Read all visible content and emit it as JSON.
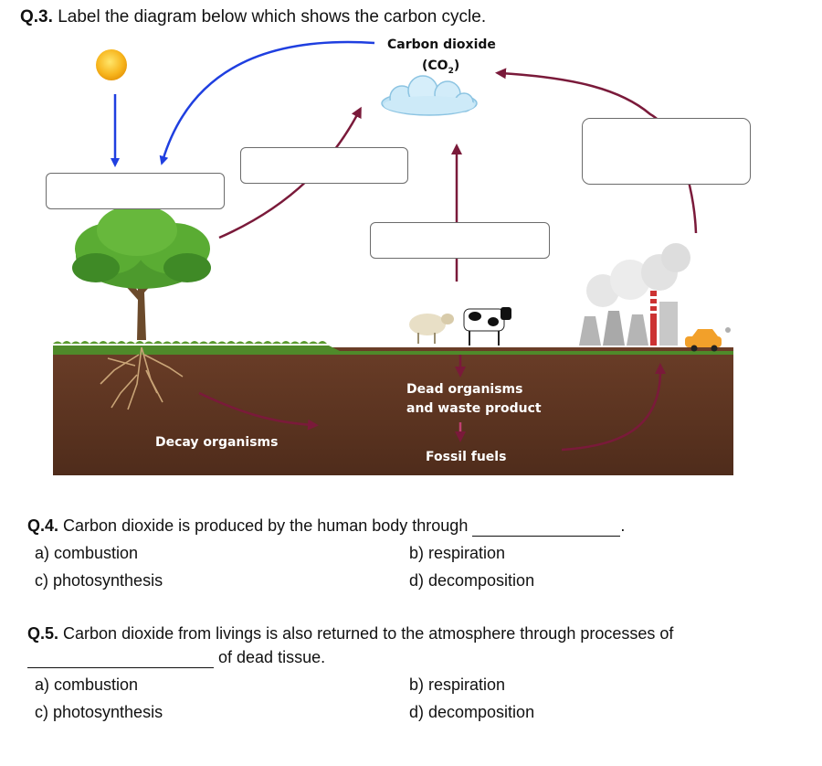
{
  "q3": {
    "number": "Q.3.",
    "text": "Label the diagram below which shows the carbon cycle."
  },
  "diagram": {
    "co2_label_line1": "Carbon dioxide",
    "co2_label_line2": "(CO",
    "co2_label_sub": "2",
    "co2_label_end": ")",
    "dead_organisms_line1": "Dead organisms",
    "dead_organisms_line2": "and waste product",
    "decay_organisms": "Decay organisms",
    "fossil_fuels": "Fossil fuels",
    "colors": {
      "blue_arrow": "#1f3fe0",
      "maroon_arrow": "#7a1a3a",
      "soil": "#5c3422",
      "grass": "#4f8a2a"
    }
  },
  "q4": {
    "number": "Q.4.",
    "text": "Carbon dioxide is produced by the human body through",
    "end": ".",
    "options": {
      "a": "a) combustion",
      "b": "b) respiration",
      "c": "c) photosynthesis",
      "d": "d) decomposition"
    }
  },
  "q5": {
    "number": "Q.5.",
    "text": "Carbon dioxide from livings is also returned to the atmosphere through processes of",
    "text2": "of dead tissue.",
    "options": {
      "a": "a) combustion",
      "b": "b) respiration",
      "c": "c) photosynthesis",
      "d": "d) decomposition"
    }
  }
}
